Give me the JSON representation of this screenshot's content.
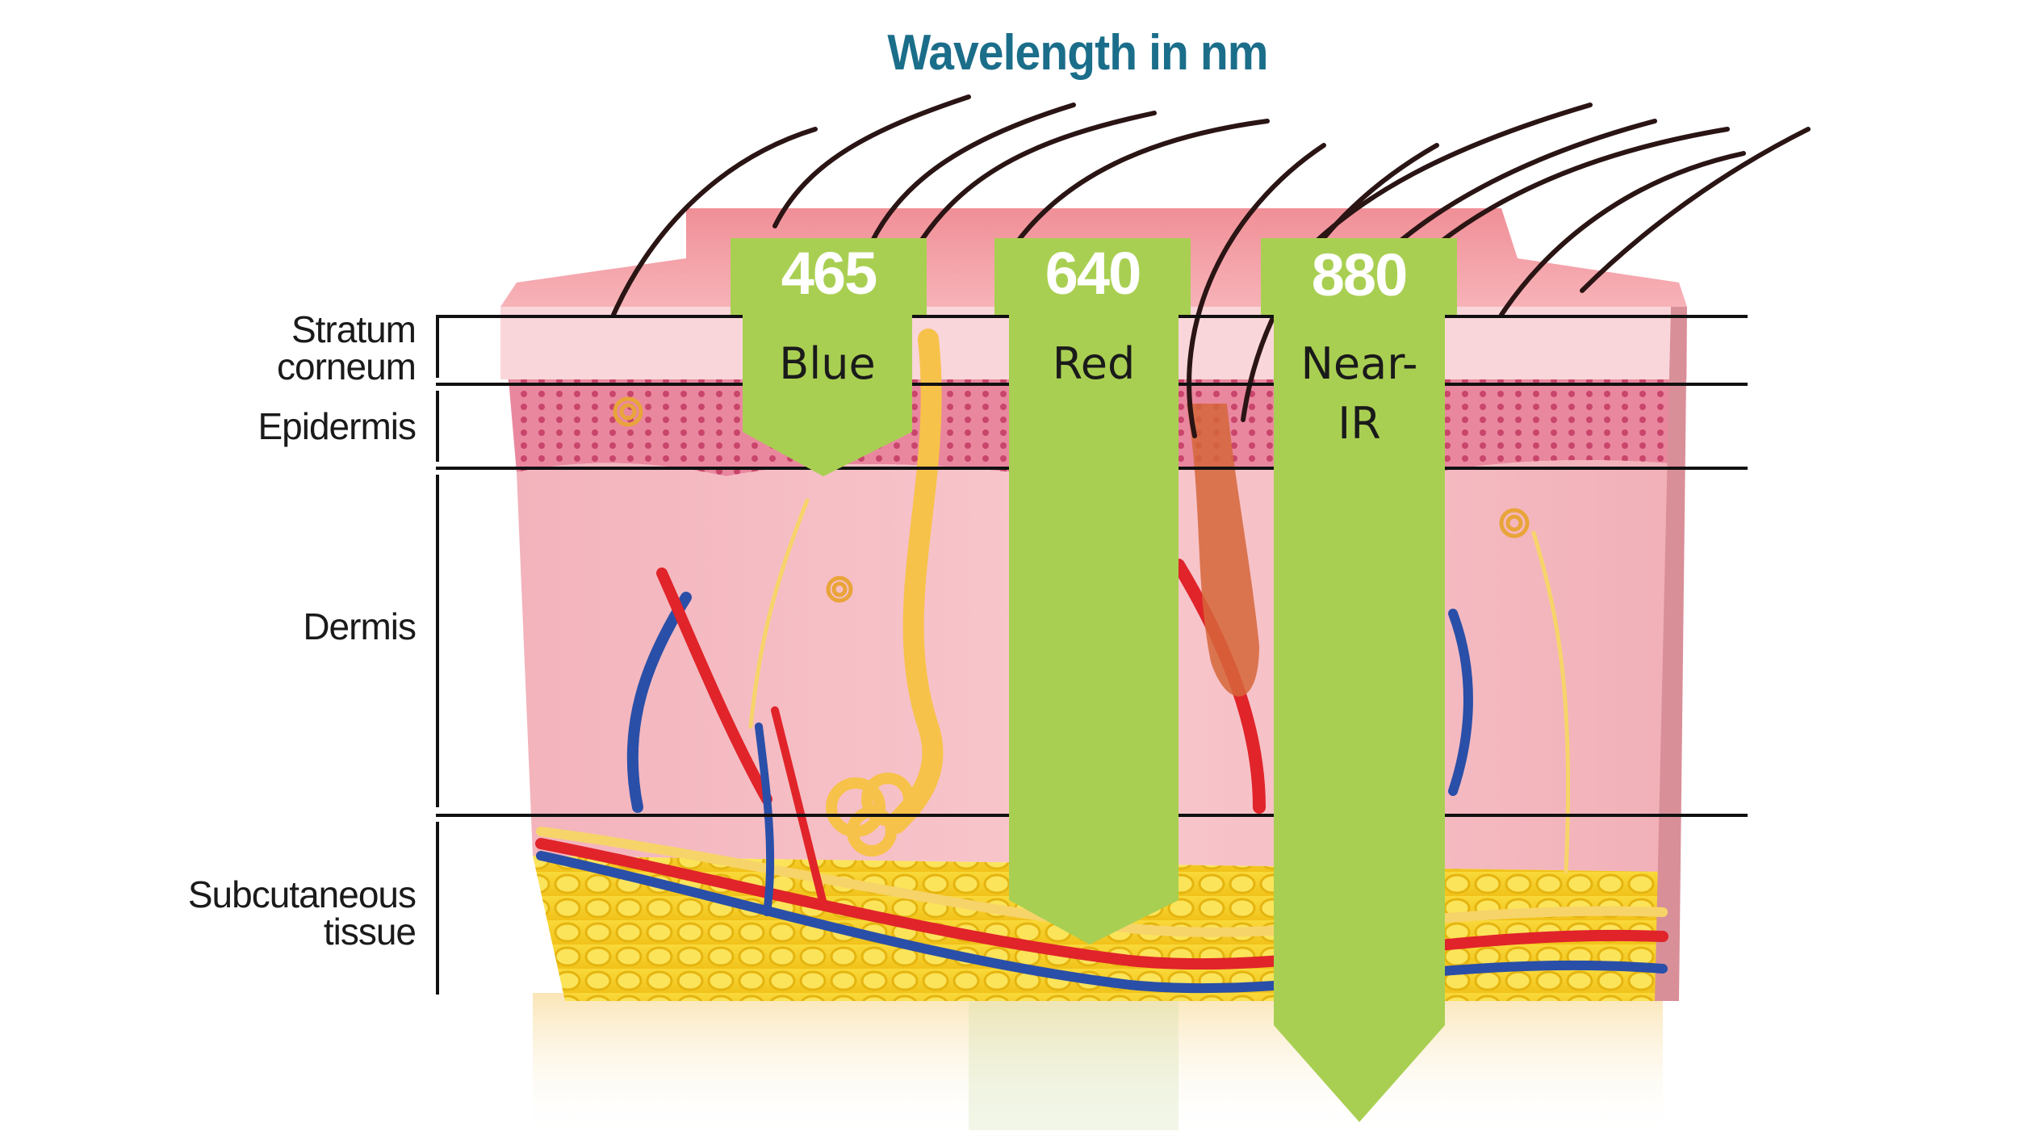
{
  "title": "Wavelength in nm",
  "layers": [
    {
      "id": "stratum",
      "label_line1": "Stratum",
      "label_line2": "corneum"
    },
    {
      "id": "epidermis",
      "label_line1": "Epidermis"
    },
    {
      "id": "dermis",
      "label_line1": "Dermis"
    },
    {
      "id": "subcutaneous",
      "label_line1": "Subcutaneous",
      "label_line2": "tissue"
    }
  ],
  "wavelengths": [
    {
      "nm": "465",
      "name_line1": "Blue",
      "name_line2": ""
    },
    {
      "nm": "640",
      "name_line1": "Red",
      "name_line2": ""
    },
    {
      "nm": "880",
      "name_line1": "Near-",
      "name_line2": "IR"
    }
  ],
  "colors": {
    "arrow": "#a9cf52",
    "title": "#1b6e8a",
    "skin": "#f5b9c0",
    "fat": "#f6d12e",
    "vein": "#2a4fa8",
    "artery": "#e0242a",
    "nerve": "#f7d46a"
  }
}
